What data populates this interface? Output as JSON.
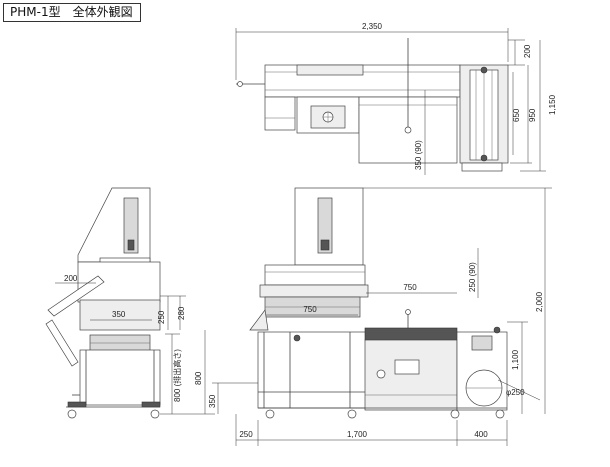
{
  "title": "PHM-1型　全体外観図",
  "dimensions": {
    "top_width": "2,350",
    "top_200": "200",
    "top_1150": "1,150",
    "top_950": "950",
    "top_650": "650",
    "top_350_90": "350 (90)",
    "side_200": "200",
    "side_350": "350",
    "side_250": "250",
    "side_280": "280",
    "side_800": "800",
    "side_800_outlet": "800 (排出高さ)",
    "front_750_upper": "750",
    "front_750_lower": "750",
    "front_250_90": "250 (90)",
    "front_2000": "2,000",
    "front_1100": "1,100",
    "front_350": "350",
    "front_phi250": "φ250",
    "bottom_250": "250",
    "bottom_1700": "1,700",
    "bottom_400": "400"
  }
}
